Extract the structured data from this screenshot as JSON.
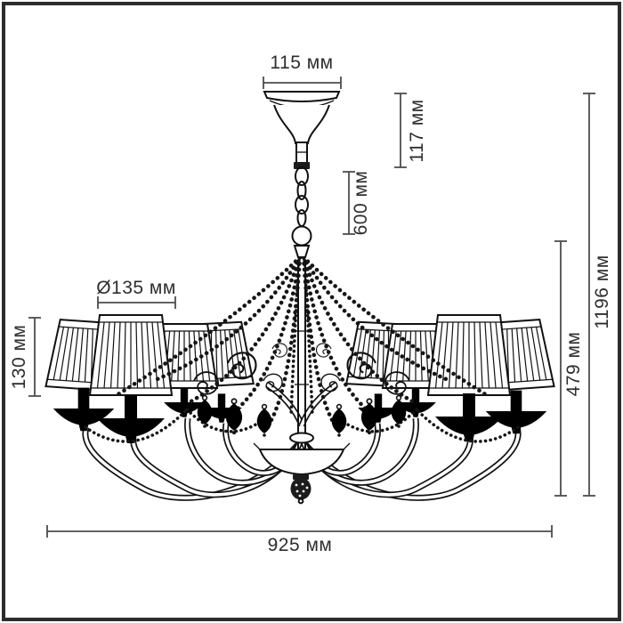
{
  "page": {
    "background_color": "#ffffff",
    "frame_color": "#2c2c2c",
    "units": "мм"
  },
  "drawing": {
    "subject": "chandelier technical line drawing",
    "stroke_color": "#111111",
    "dimension_line_color": "#4d4d4d",
    "lampshade_count": 8
  },
  "dimensions": {
    "canopy_width": {
      "label": "115 мм",
      "orientation": "horizontal"
    },
    "canopy_height": {
      "label": "117 мм",
      "orientation": "vertical"
    },
    "chain_length": {
      "label": "600 мм",
      "orientation": "vertical"
    },
    "total_height": {
      "label": "1196 мм",
      "orientation": "vertical"
    },
    "body_height": {
      "label": "479 мм",
      "orientation": "vertical"
    },
    "shade_diameter": {
      "label": "Ø135 мм",
      "orientation": "horizontal"
    },
    "shade_height": {
      "label": "130 мм",
      "orientation": "vertical"
    },
    "total_width": {
      "label": "925 мм",
      "orientation": "horizontal"
    }
  }
}
